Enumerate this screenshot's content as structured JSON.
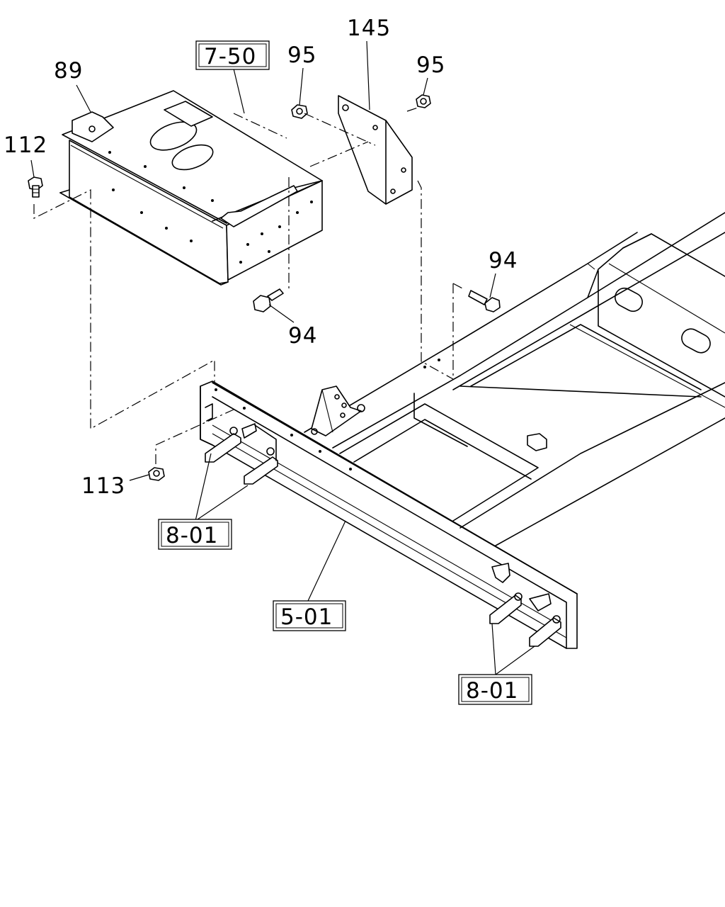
{
  "labels": {
    "frame_ref": "5-01",
    "bracket_ref_left": "8-01",
    "bracket_ref_right": "8-01",
    "box_ref": "7-50",
    "part_89": "89",
    "part_112": "112",
    "part_113": "113",
    "part_94_top": "94",
    "part_94_bottom": "94",
    "part_95_left": "95",
    "part_95_right": "95",
    "part_145": "145"
  }
}
